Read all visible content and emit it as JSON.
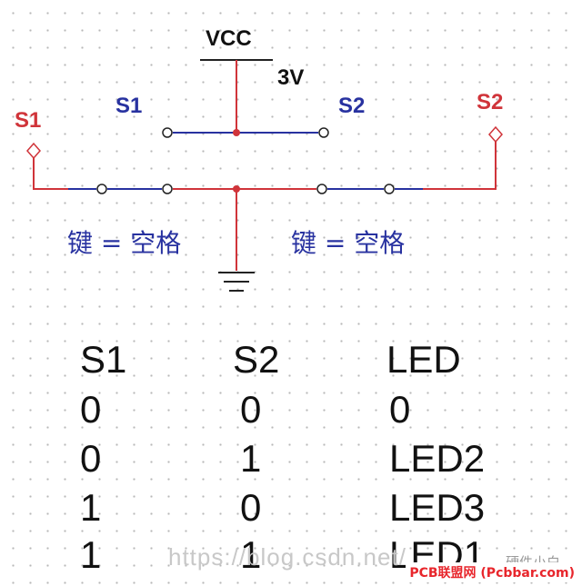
{
  "schematic": {
    "vcc_label": "VCC",
    "voltage_label": "3V",
    "switch_s1_label": "S1",
    "switch_s2_label": "S2",
    "port_s1_label": "S1",
    "port_s2_label": "S2",
    "key_left_label": "键 = 空格",
    "key_right_label": "键 = 空格",
    "colors": {
      "wire_red": "#d0343a",
      "wire_blue": "#2832a0",
      "wire_black": "#222222",
      "label_blue": "#2832a0",
      "label_red": "#d0343a"
    }
  },
  "truth_table": {
    "headers": [
      "S1",
      "S2",
      "LED"
    ],
    "rows": [
      [
        "0",
        "0",
        "0"
      ],
      [
        "0",
        "1",
        "LED2"
      ],
      [
        "1",
        "0",
        "LED3"
      ],
      [
        "1",
        "1",
        "LED1"
      ]
    ]
  },
  "watermarks": {
    "csdn": "https://blog.csdn.net/...",
    "wechat": "硬件小白",
    "stamp": "PCB联盟网 (Pcbbar.com)"
  }
}
